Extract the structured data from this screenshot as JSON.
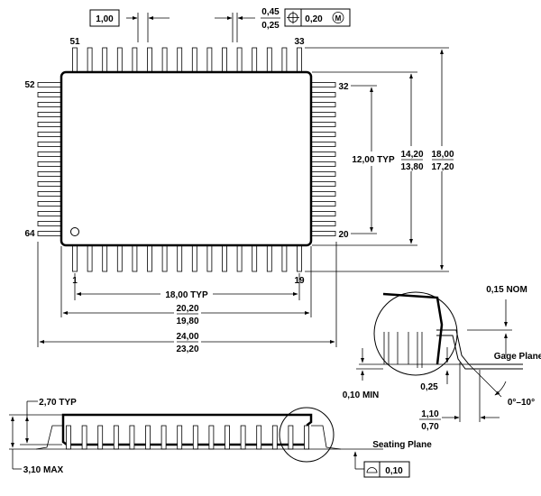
{
  "top_view": {
    "pitch": "1,00",
    "lead_width_max": "0,45",
    "lead_width_min": "0,25",
    "position_tolerance": "0,20",
    "position_modifier": "M",
    "pin_51": "51",
    "pin_33": "33",
    "pin_52": "52",
    "pin_32": "32",
    "pin_64": "64",
    "pin_20": "20",
    "pin_1": "1",
    "pin_19": "19",
    "dim_12_typ": "12,00 TYP",
    "dim_body_h_max": "14,20",
    "dim_body_h_min": "13,80",
    "dim_total_h_max": "18,00",
    "dim_total_h_min": "17,20",
    "dim_18_typ": "18,00 TYP",
    "dim_body_w_max": "20,20",
    "dim_body_w_min": "19,80",
    "dim_total_w_max": "24,00",
    "dim_total_w_min": "23,20"
  },
  "detail_view": {
    "nom_015": "0,15 NOM",
    "gage_plane": "Gage Plane",
    "min_010": "0,10 MIN",
    "dim_025": "0,25",
    "angle": "0°–10°",
    "foot_max": "1,10",
    "foot_min": "0,70"
  },
  "side_view": {
    "height_typ": "2,70 TYP",
    "height_max": "3,10 MAX",
    "seating_plane": "Seating Plane",
    "flatness": "0,10"
  }
}
